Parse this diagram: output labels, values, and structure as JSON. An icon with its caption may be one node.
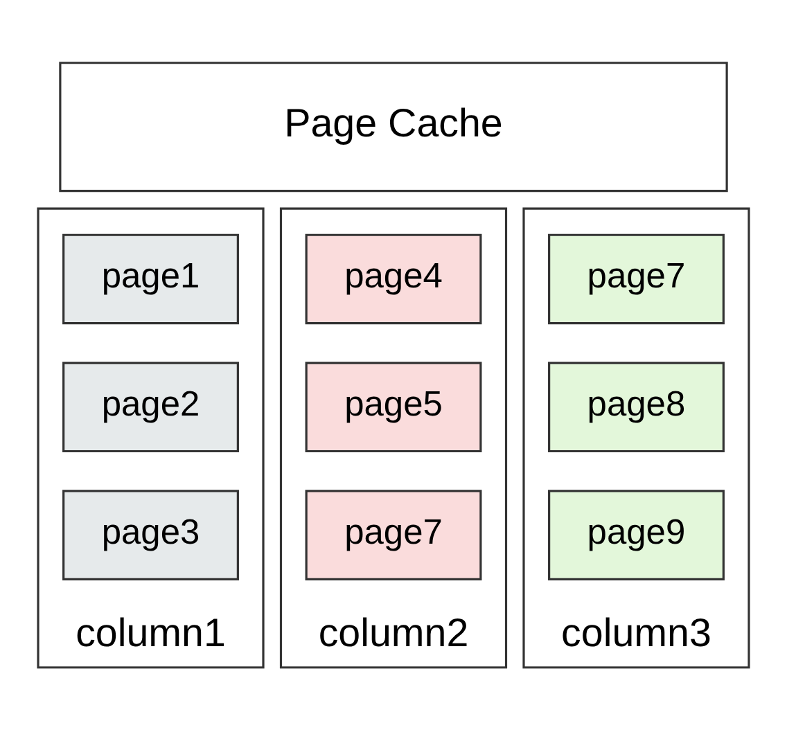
{
  "diagram": {
    "nodes": [
      {
        "text": [
          "Page Cache"
        ]
      },
      {
        "text": [
          "column1"
        ]
      },
      {
        "text": [
          "page1"
        ],
        "in": 1
      },
      {
        "text": [
          "page2"
        ],
        "in": 1
      },
      {
        "text": [
          "page3"
        ],
        "in": 1
      },
      {
        "text": [
          "column2"
        ]
      },
      {
        "text": [
          "page4"
        ],
        "in": 5
      },
      {
        "text": [
          "page5"
        ],
        "in": 5
      },
      {
        "text": [
          "page7"
        ],
        "in": 5
      },
      {
        "text": [
          "column3"
        ]
      },
      {
        "text": [
          "page7"
        ],
        "in": 9
      },
      {
        "text": [
          "page8"
        ],
        "in": 9
      },
      {
        "text": [
          "page9"
        ],
        "in": 9
      }
    ],
    "edges": []
  }
}
